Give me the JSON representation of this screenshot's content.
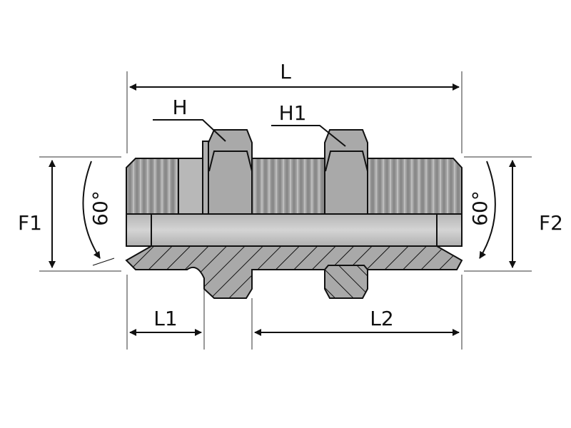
{
  "labels": {
    "L": "L",
    "H": "H",
    "H1": "H1",
    "F1": "F1",
    "F2": "F2",
    "angle_left": "60°",
    "angle_right": "60°",
    "L1": "L1",
    "L2": "L2"
  },
  "colors": {
    "body": "#a9a9a9",
    "thread": "#9a9a9a",
    "bore": "#c8c8c8",
    "outline": "#111111"
  }
}
